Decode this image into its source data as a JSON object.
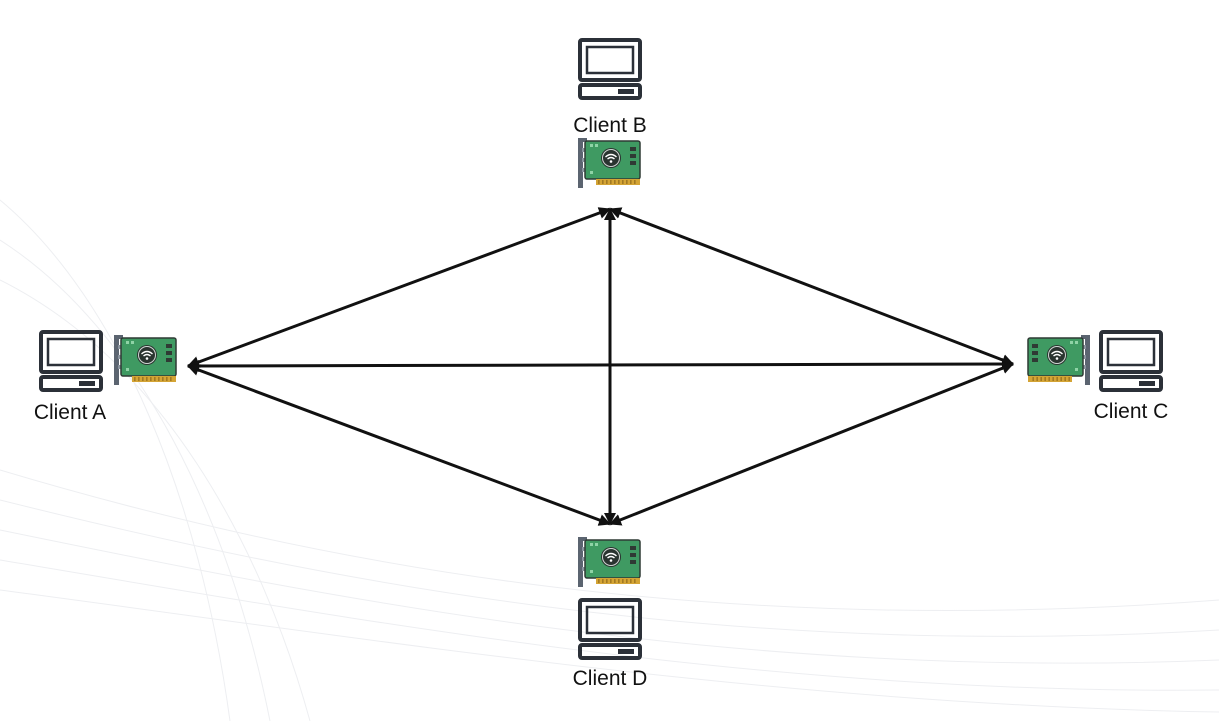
{
  "diagram": {
    "clients": [
      {
        "id": "A",
        "label": "Client A"
      },
      {
        "id": "B",
        "label": "Client B"
      },
      {
        "id": "C",
        "label": "Client C"
      },
      {
        "id": "D",
        "label": "Client D"
      }
    ],
    "connections": [
      {
        "from": "A",
        "to": "B",
        "bidirectional": true
      },
      {
        "from": "A",
        "to": "C",
        "bidirectional": true
      },
      {
        "from": "A",
        "to": "D",
        "bidirectional": true
      },
      {
        "from": "B",
        "to": "C",
        "bidirectional": true
      },
      {
        "from": "B",
        "to": "D",
        "bidirectional": true
      },
      {
        "from": "C",
        "to": "D",
        "bidirectional": true
      }
    ],
    "icons": {
      "computer": "desktop-computer-icon",
      "network_card": "wifi-network-card-icon"
    },
    "colors": {
      "line": "#111111",
      "computer_outline": "#2b3038",
      "card_board": "#3f9a62",
      "card_bracket": "#5b6470",
      "card_contacts": "#d4a435",
      "background": "#ffffff"
    }
  }
}
